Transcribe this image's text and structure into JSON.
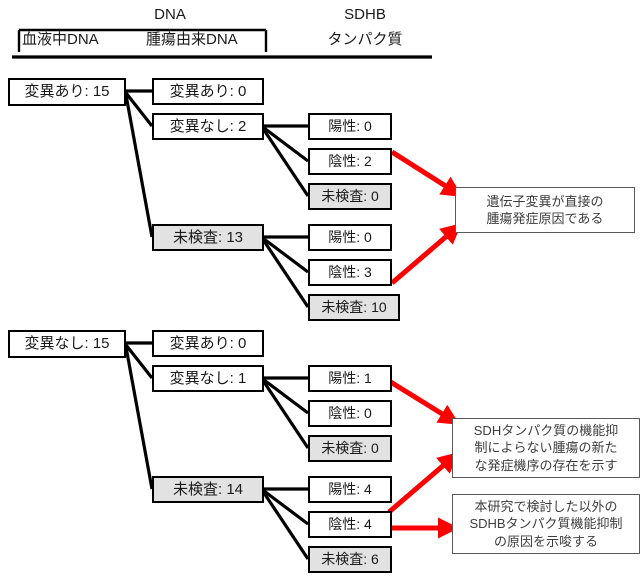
{
  "header": {
    "dna_group": "DNA",
    "blood_dna": "血液中DNA",
    "tumor_dna": "腫瘍由来DNA",
    "sdhb": "SDHB",
    "protein": "タンパク質"
  },
  "colors": {
    "box_border": "#000000",
    "box_fill": "#ffffff",
    "box_fill_gray": "#e2e2e2",
    "edge": "#000000",
    "arrow": "#ff0000",
    "callout_border": "#595959",
    "text": "#1a1a1a"
  },
  "tree": {
    "upper": {
      "root": {
        "label": "変異あり: 15"
      },
      "branches": [
        {
          "label": "変異あり: 0",
          "gray": false,
          "children": []
        },
        {
          "label": "変異なし: 2",
          "gray": false,
          "children": [
            {
              "label": "陽性: 0",
              "gray": false
            },
            {
              "label": "陰性: 2",
              "gray": false
            },
            {
              "label": "未検査: 0",
              "gray": true
            }
          ]
        },
        {
          "label": "未検査: 13",
          "gray": true,
          "children": [
            {
              "label": "陽性: 0",
              "gray": false
            },
            {
              "label": "陰性: 3",
              "gray": false
            },
            {
              "label": "未検査: 10",
              "gray": true
            }
          ]
        }
      ]
    },
    "lower": {
      "root": {
        "label": "変異なし: 15"
      },
      "branches": [
        {
          "label": "変異あり: 0",
          "gray": false,
          "children": []
        },
        {
          "label": "変異なし: 1",
          "gray": false,
          "children": [
            {
              "label": "陽性: 1",
              "gray": false
            },
            {
              "label": "陰性: 0",
              "gray": false
            },
            {
              "label": "未検査: 0",
              "gray": true
            }
          ]
        },
        {
          "label": "未検査: 14",
          "gray": true,
          "children": [
            {
              "label": "陽性: 4",
              "gray": false
            },
            {
              "label": "陰性: 4",
              "gray": false
            },
            {
              "label": "未検査: 6",
              "gray": true
            }
          ]
        }
      ]
    }
  },
  "callouts": [
    {
      "id": "callout-direct-cause",
      "lines": [
        "遺伝子変異が直接の",
        "腫瘍発症原因である"
      ]
    },
    {
      "id": "callout-new-mechanism",
      "lines": [
        "SDHタンパク質の機能抑",
        "制によらない腫瘍の新た",
        "な発症機序の存在を示す"
      ]
    },
    {
      "id": "callout-other-cause",
      "lines": [
        "本研究で検討した以外の",
        "SDHBタンパク質機能抑制",
        "の原因を示唆する"
      ]
    }
  ]
}
